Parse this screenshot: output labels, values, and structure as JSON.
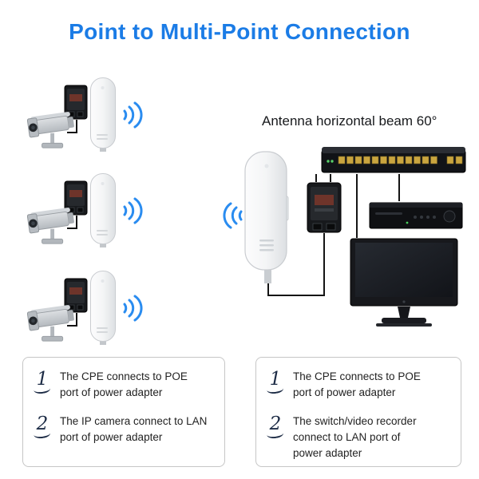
{
  "title": "Point to Multi-Point Connection",
  "annotation": "Antenna horizontal beam 60°",
  "colors": {
    "title_blue": "#1b7ce6",
    "wave_blue": "#2a8cf0",
    "wire_dark": "#141414"
  },
  "icons": {
    "camera": "ip-camera-icon",
    "cpe": "cpe-device-icon",
    "poe": "poe-adapter-icon",
    "wifi": "wifi-signal-icon",
    "switch": "network-switch-icon",
    "dvr": "video-recorder-icon",
    "monitor": "monitor-icon"
  },
  "notes_left": {
    "items": [
      {
        "num": "1",
        "text": "The CPE connects to POE\nport of power adapter"
      },
      {
        "num": "2",
        "text": "The IP camera connect to LAN\nport of power adapter"
      }
    ]
  },
  "notes_right": {
    "items": [
      {
        "num": "1",
        "text": "The CPE connects to POE\nport of power adapter"
      },
      {
        "num": "2",
        "text": "The switch/video recorder\nconnect to LAN port of\npower adapter"
      }
    ]
  }
}
